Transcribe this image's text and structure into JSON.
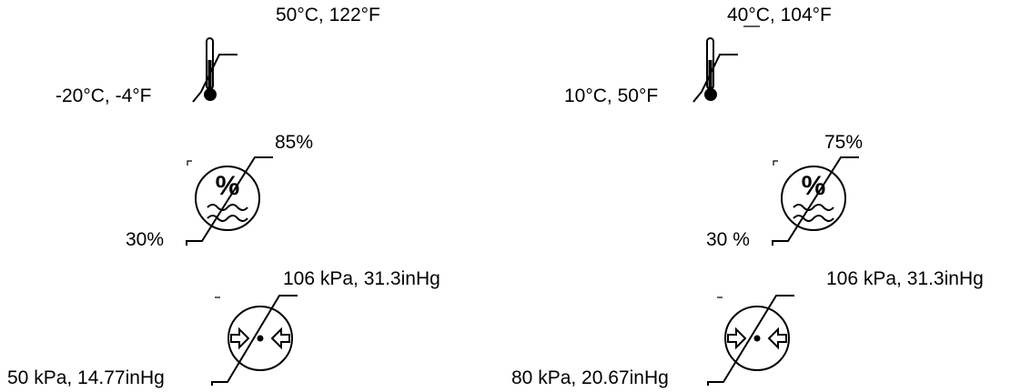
{
  "left": {
    "temperature": {
      "upper": "50°C, 122°F",
      "lower": "-20°C, -4°F"
    },
    "humidity": {
      "upper": "85%",
      "lower": "30%"
    },
    "pressure": {
      "upper": "106 kPa, 31.3inHg",
      "lower": "50 kPa, 14.77inHg"
    }
  },
  "right": {
    "temperature": {
      "upper": "40°C, 104°F",
      "lower": "10°C, 50°F"
    },
    "humidity": {
      "upper": "75%",
      "lower": "30 %"
    },
    "pressure": {
      "upper": "106 kPa, 31.3inHg",
      "lower": "80 kPa, 20.67inHg"
    }
  },
  "icons": {
    "humidity_glyph": "%"
  }
}
